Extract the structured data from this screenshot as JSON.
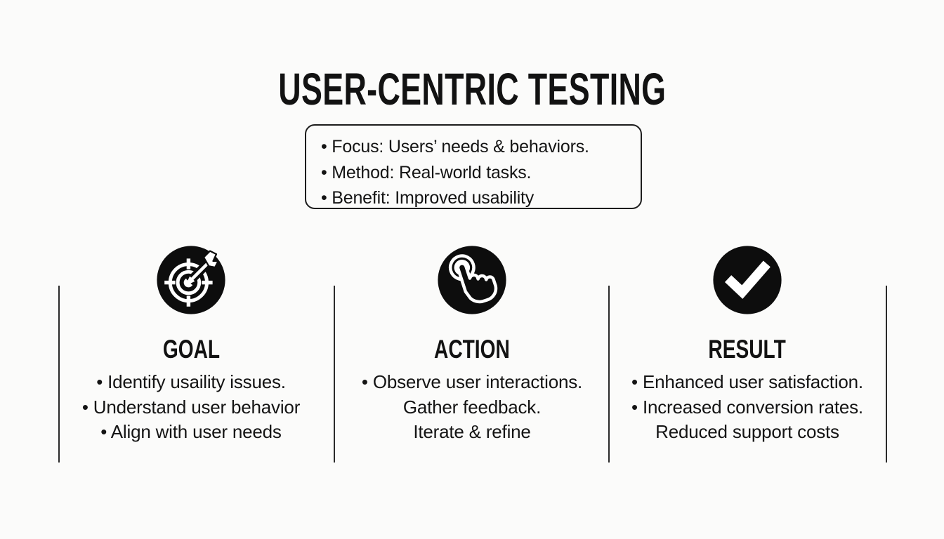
{
  "page": {
    "background_color": "#fbfbfa",
    "text_color": "#141414",
    "icon_badge_color": "#0d0d0d"
  },
  "title": "USER-CENTRIC TESTING",
  "summary_box": {
    "items": [
      "• Focus: Users’ needs & behaviors.",
      "• Method: Real-world tasks.",
      "• Benefit: Improved usability"
    ]
  },
  "columns": [
    {
      "title": "GOAL",
      "icon": "target-dart-icon",
      "items": [
        "• Identify usaility issues.",
        "• Understand user behavior",
        "• Align with user needs"
      ]
    },
    {
      "title": "ACTION",
      "icon": "tap-gesture-icon",
      "items": [
        "• Observe user interactions.",
        "Gather feedback.",
        "Iterate & refine"
      ]
    },
    {
      "title": "RESULT",
      "icon": "checkmark-icon",
      "items": [
        "• Enhanced user satisfaction.",
        "• Increased conversion rates.",
        "Reduced support costs"
      ]
    }
  ]
}
